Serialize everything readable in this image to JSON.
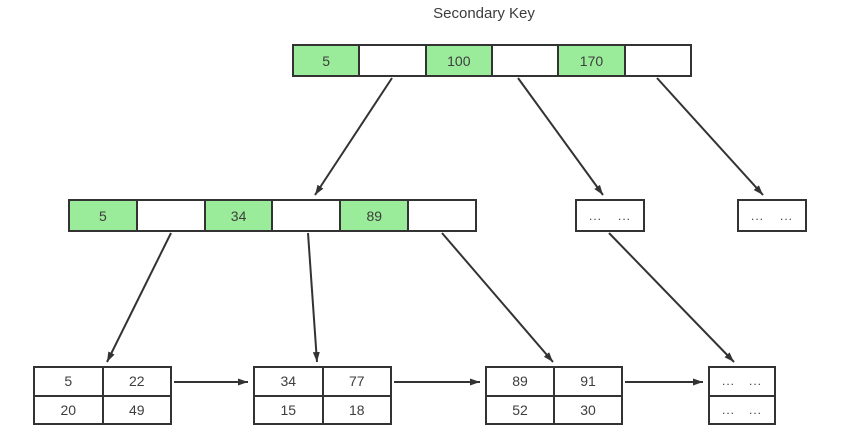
{
  "title": "Secondary Key",
  "colors": {
    "key_fill": "#9AEC9A",
    "value_fill": "#C5E0F6",
    "empty_fill": "#FFFFFF",
    "border": "#333333",
    "arrow": "#333333",
    "text": "#3D3D3D"
  },
  "root_node": {
    "cells": [
      "5",
      "",
      "100",
      "",
      "170",
      ""
    ]
  },
  "internal_node": {
    "cells": [
      "5",
      "",
      "34",
      "",
      "89",
      ""
    ]
  },
  "overflow_nodes": [
    {
      "dots_left": "...",
      "dots_right": "..."
    },
    {
      "dots_left": "...",
      "dots_right": "..."
    }
  ],
  "leaf_nodes": [
    {
      "keys": [
        "5",
        "22"
      ],
      "values": [
        "20",
        "49"
      ]
    },
    {
      "keys": [
        "34",
        "77"
      ],
      "values": [
        "15",
        "18"
      ]
    },
    {
      "keys": [
        "89",
        "91"
      ],
      "values": [
        "52",
        "30"
      ]
    },
    {
      "key_dots_left": "...",
      "key_dots_right": "...",
      "value_dots_left": "...",
      "value_dots_right": "..."
    }
  ]
}
